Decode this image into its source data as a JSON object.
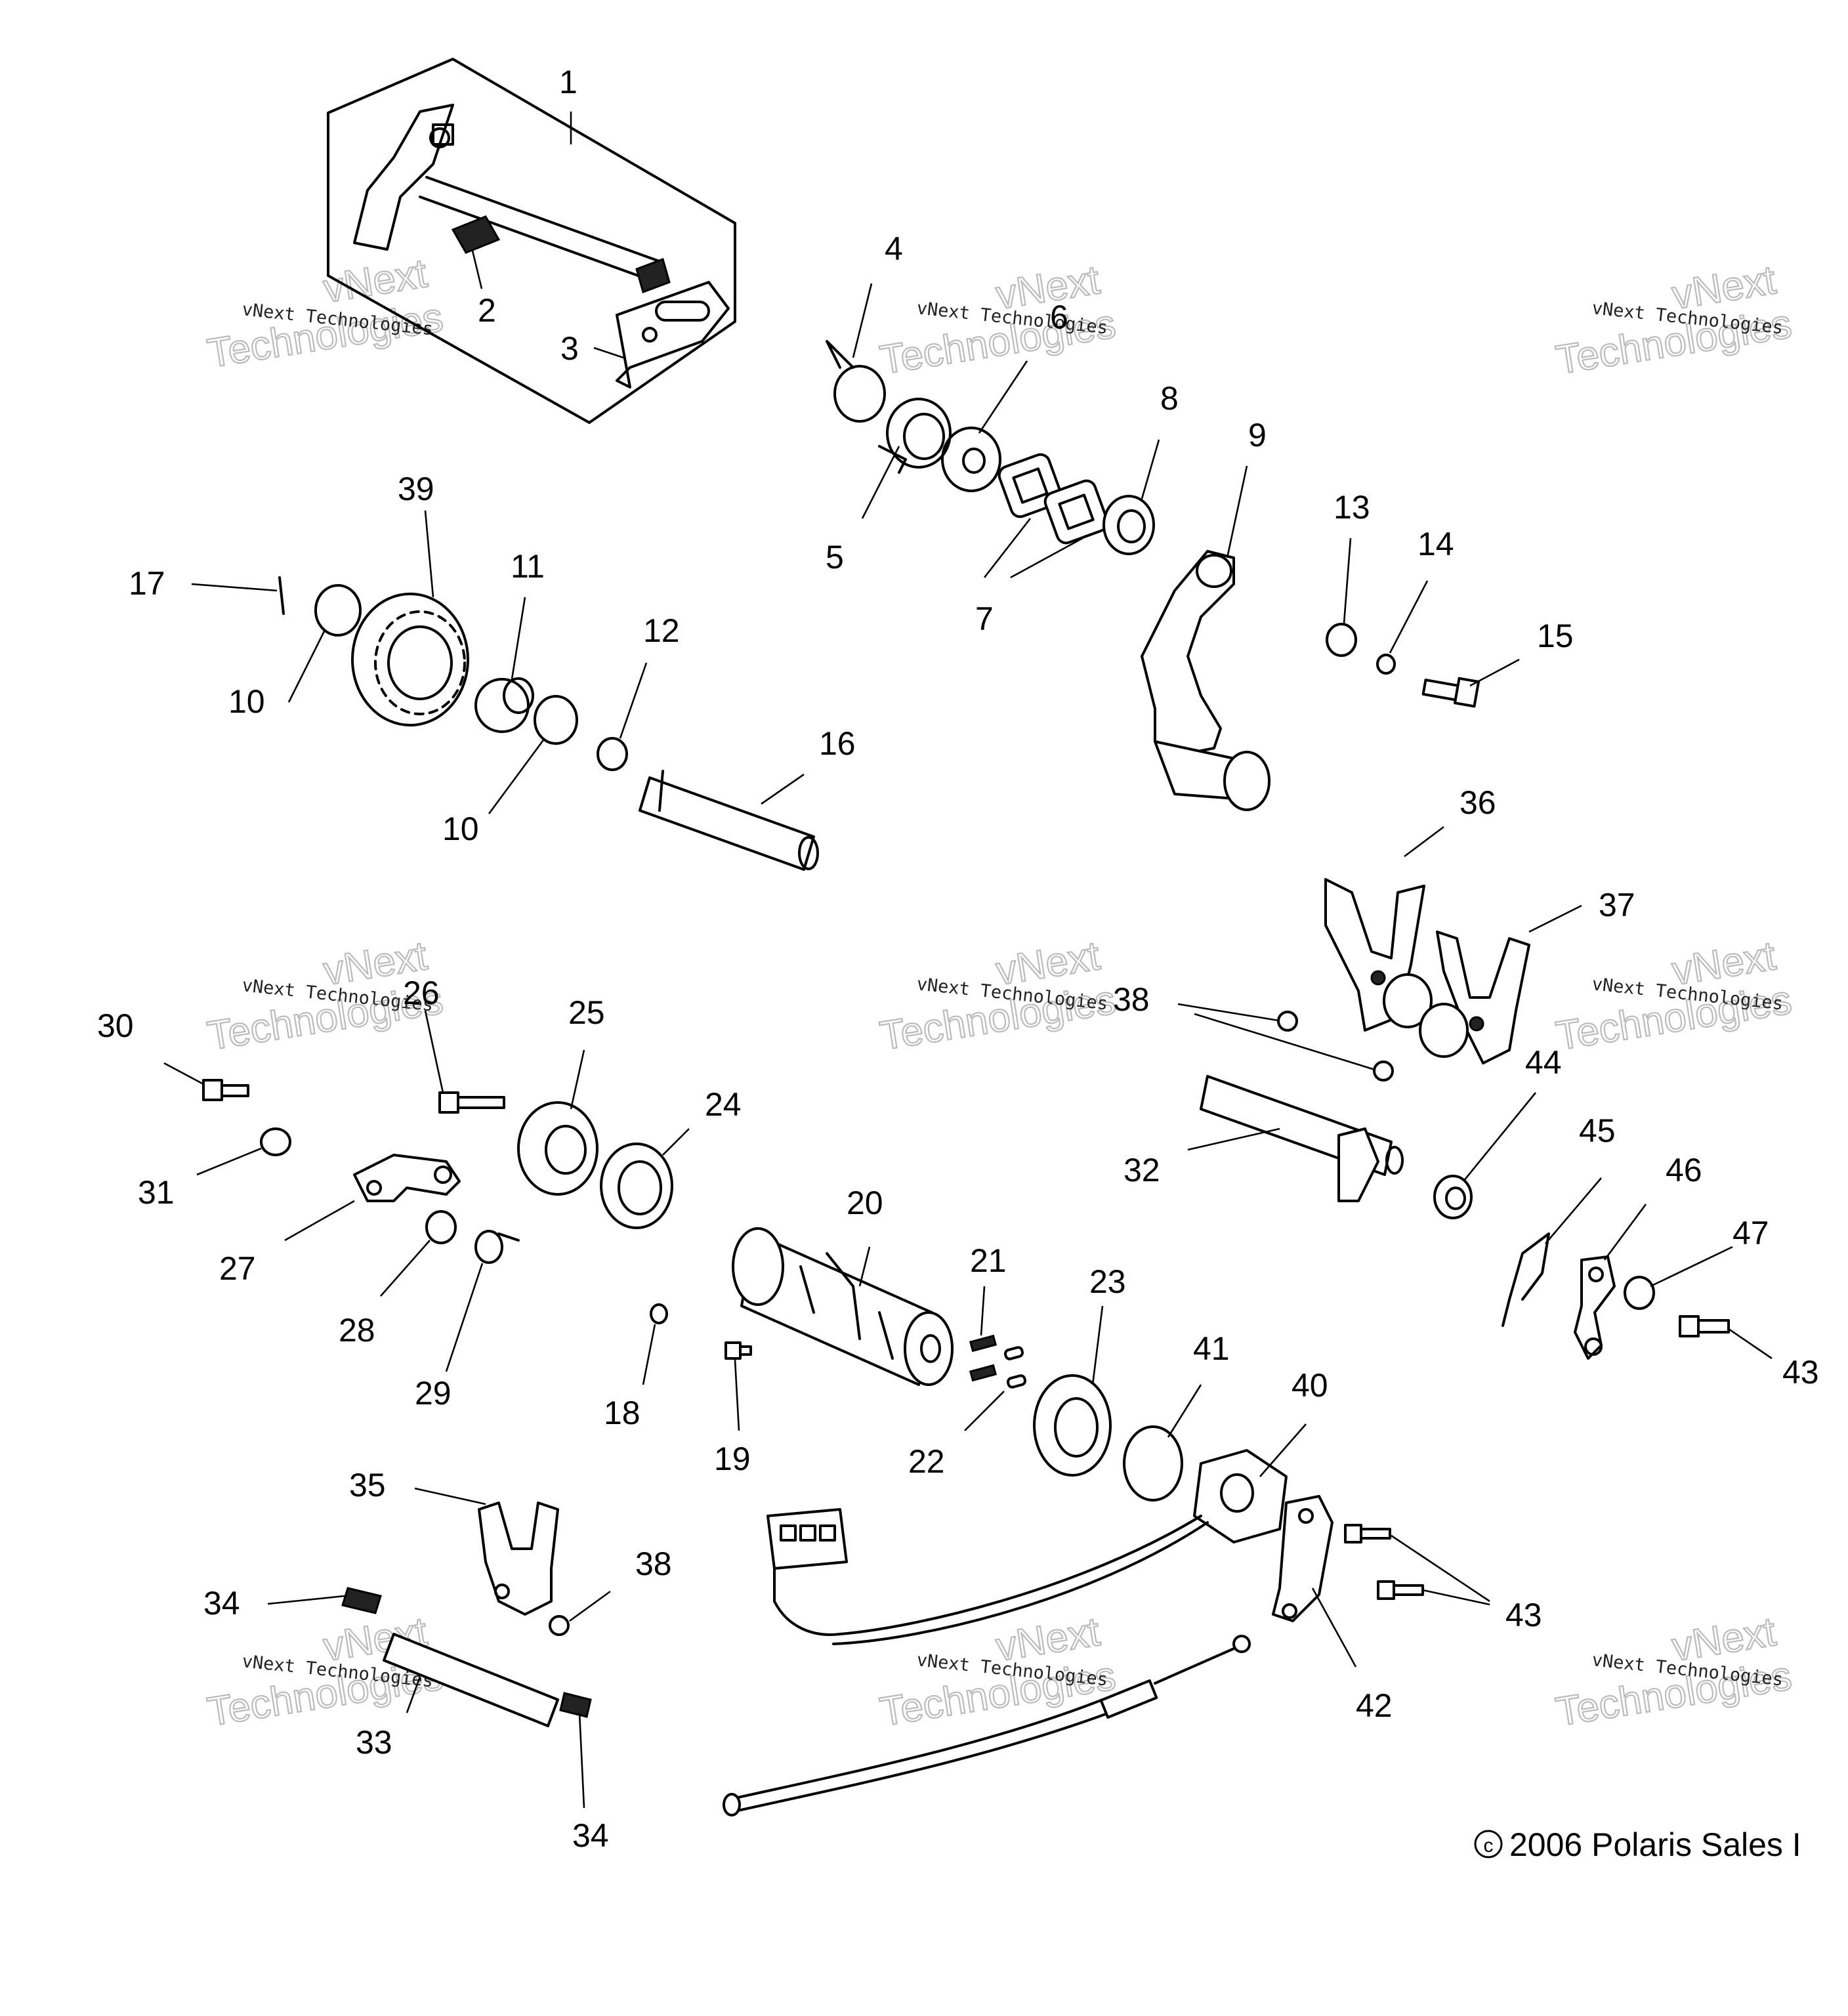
{
  "callouts": [
    "1",
    "2",
    "3",
    "4",
    "5",
    "6",
    "7",
    "8",
    "9",
    "10",
    "10",
    "11",
    "12",
    "13",
    "14",
    "15",
    "16",
    "17",
    "18",
    "19",
    "20",
    "21",
    "22",
    "23",
    "24",
    "25",
    "26",
    "27",
    "28",
    "29",
    "30",
    "31",
    "32",
    "33",
    "34",
    "34",
    "35",
    "36",
    "37",
    "38",
    "38",
    "39",
    "40",
    "41",
    "42",
    "43",
    "43",
    "44",
    "45",
    "46",
    "47"
  ],
  "watermark": {
    "line1": "vNext Technologies",
    "line2": "vNext",
    "line3": "Technologies"
  },
  "copyright": "2006 Polaris Sales I"
}
